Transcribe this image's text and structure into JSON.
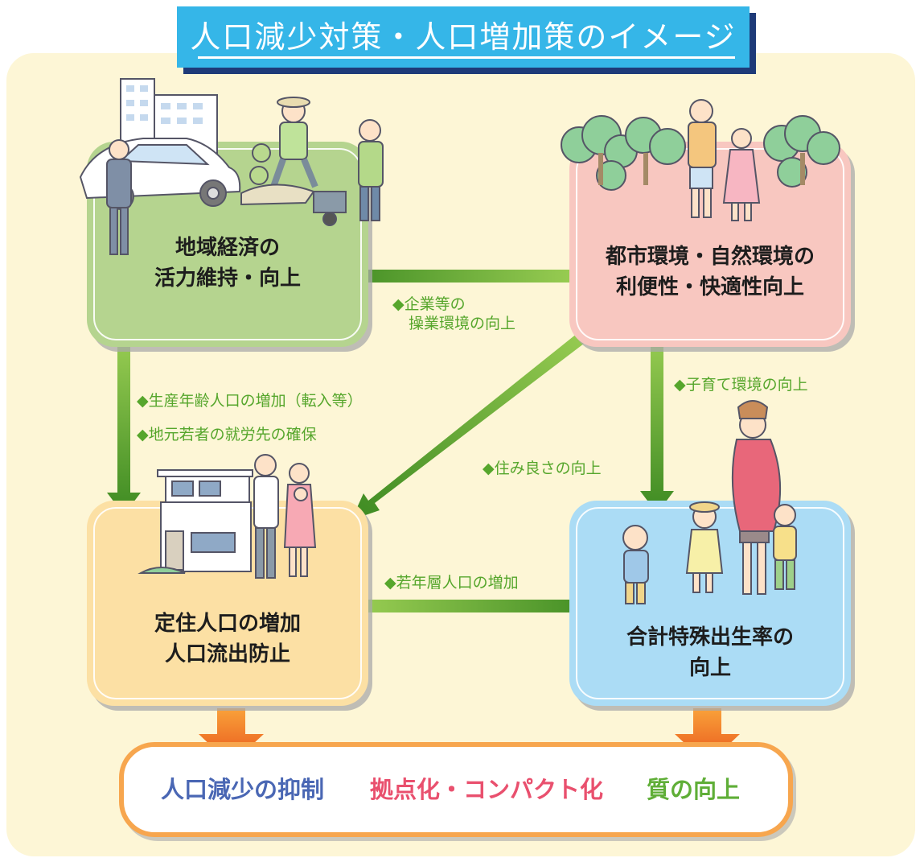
{
  "title": "人口減少対策・人口増加策のイメージ",
  "boxes": {
    "economy": {
      "line1": "地域経済の",
      "line2": "活力維持・向上"
    },
    "environment": {
      "line1": "都市環境・自然環境の",
      "line2": "利便性・快適性向上"
    },
    "population": {
      "line1": "定住人口の増加",
      "line2": "人口流出防止"
    },
    "birthrate": {
      "line1": "合計特殊出生率の",
      "line2": "向上"
    }
  },
  "arrow_labels": {
    "business": {
      "line1": "◆企業等の",
      "line2": "操業環境の向上"
    },
    "working_age": "◆生産年齢人口の増加（転入等）",
    "local_youth": "◆地元若者の就労先の確保",
    "livability": "◆住み良さの向上",
    "childcare": "◆子育て環境の向上",
    "young_pop": "◆若年層人口の増加"
  },
  "results": {
    "suppress": "人口減少の抑制",
    "compact": "拠点化・コンパクト化",
    "quality": "質の向上"
  },
  "colors": {
    "arrow_green": "#5fa834",
    "arrow_green_dark": "#3d8a22",
    "arrow_orange": "#f06a1a",
    "result_blue": "#4a67b4",
    "result_pink": "#e9506e",
    "result_green": "#5fae37",
    "title_bg": "#35b6e8"
  }
}
